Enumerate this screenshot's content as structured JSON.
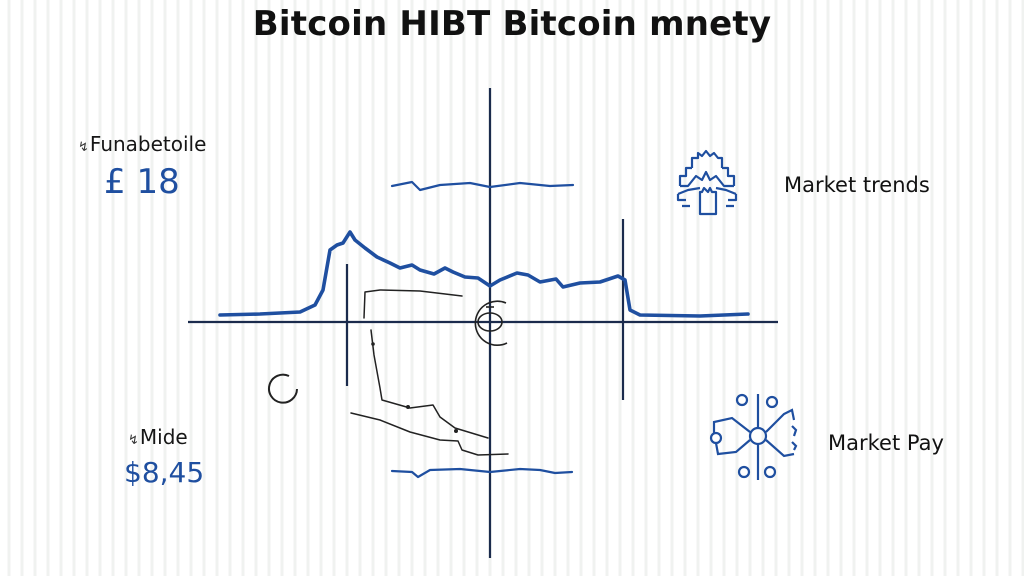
{
  "title": "Bitcoin HIBT Bitcoin mnety",
  "stats": [
    {
      "mark": "↯",
      "label": "Funabetoile",
      "value": "£ 18"
    },
    {
      "mark": "↯",
      "label": "Mide",
      "value": "$8,45"
    }
  ],
  "features": [
    {
      "icon": "market-trends-icon",
      "label": "Market trends"
    },
    {
      "icon": "network-nodes-icon",
      "label": "Market Pay"
    }
  ],
  "colors": {
    "accent_blue": "#1f4fa0",
    "axis_navy": "#1b2b4d",
    "sketch_black": "#222222",
    "text_dark": "#121212"
  },
  "chart_data": {
    "type": "line",
    "title": "Bitcoin HIBT Bitcoin mnety",
    "xlabel": "",
    "ylabel": "",
    "grid": false,
    "axes": {
      "horizontal": {
        "y": 322,
        "x_start": 188,
        "x_end": 778
      },
      "vertical": {
        "x": 490,
        "y_start": 88,
        "y_end": 558
      },
      "markers_x": [
        347,
        623
      ]
    },
    "series": [
      {
        "name": "main price trace",
        "color": "#1f4fa0",
        "points": [
          [
            220,
            315
          ],
          [
            260,
            314
          ],
          [
            300,
            312
          ],
          [
            315,
            305
          ],
          [
            323,
            290
          ],
          [
            330,
            250
          ],
          [
            337,
            245
          ],
          [
            343,
            243
          ],
          [
            350,
            232
          ],
          [
            355,
            240
          ],
          [
            365,
            248
          ],
          [
            377,
            257
          ],
          [
            390,
            263
          ],
          [
            400,
            268
          ],
          [
            412,
            265
          ],
          [
            420,
            270
          ],
          [
            434,
            274
          ],
          [
            445,
            268
          ],
          [
            453,
            272
          ],
          [
            465,
            277
          ],
          [
            478,
            278
          ],
          [
            490,
            286
          ],
          [
            500,
            280
          ],
          [
            517,
            273
          ],
          [
            528,
            275
          ],
          [
            540,
            282
          ],
          [
            556,
            279
          ],
          [
            563,
            287
          ],
          [
            580,
            283
          ],
          [
            600,
            282
          ],
          [
            618,
            276
          ],
          [
            625,
            280
          ],
          [
            630,
            310
          ],
          [
            640,
            315
          ],
          [
            700,
            316
          ],
          [
            748,
            314
          ]
        ]
      },
      {
        "name": "upper flat band",
        "color": "#1f4fa0",
        "points": [
          [
            392,
            186
          ],
          [
            412,
            182
          ],
          [
            420,
            190
          ],
          [
            440,
            185
          ],
          [
            470,
            183
          ],
          [
            490,
            187
          ],
          [
            520,
            183
          ],
          [
            550,
            186
          ],
          [
            573,
            185
          ]
        ]
      },
      {
        "name": "lower flat band",
        "color": "#1f4fa0",
        "points": [
          [
            392,
            471
          ],
          [
            412,
            472
          ],
          [
            418,
            477
          ],
          [
            430,
            470
          ],
          [
            460,
            469
          ],
          [
            490,
            472
          ],
          [
            520,
            469
          ],
          [
            540,
            470
          ],
          [
            555,
            473
          ],
          [
            572,
            472
          ]
        ]
      },
      {
        "name": "descending sketch A",
        "color": "#222222",
        "points": [
          [
            371,
            330
          ],
          [
            374,
            355
          ],
          [
            380,
            388
          ],
          [
            382,
            400
          ],
          [
            410,
            408
          ],
          [
            433,
            405
          ],
          [
            440,
            417
          ],
          [
            455,
            428
          ],
          [
            488,
            438
          ]
        ]
      },
      {
        "name": "descending sketch B",
        "color": "#222222",
        "points": [
          [
            351,
            413
          ],
          [
            380,
            420
          ],
          [
            410,
            432
          ],
          [
            440,
            440
          ],
          [
            458,
            441
          ],
          [
            462,
            450
          ],
          [
            478,
            455
          ],
          [
            508,
            454
          ]
        ]
      },
      {
        "name": "upper bracket",
        "color": "#222222",
        "points": [
          [
            364,
            318
          ],
          [
            365,
            292
          ],
          [
            380,
            290
          ],
          [
            420,
            291
          ],
          [
            462,
            296
          ]
        ]
      }
    ]
  }
}
